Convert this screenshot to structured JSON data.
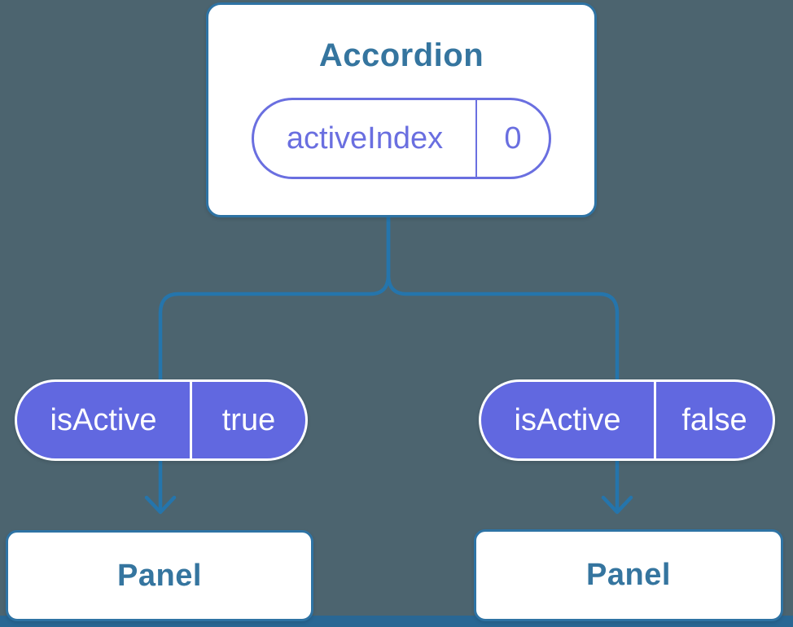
{
  "diagram": {
    "root": {
      "title": "Accordion",
      "state_pill": {
        "label": "activeIndex",
        "value": "0"
      }
    },
    "children": [
      {
        "prop_pill": {
          "label": "isActive",
          "value": "true"
        },
        "child": {
          "title": "Panel"
        }
      },
      {
        "prop_pill": {
          "label": "isActive",
          "value": "false"
        },
        "child": {
          "title": "Panel"
        }
      }
    ],
    "colors": {
      "background": "#4c646f",
      "connector_blue": "#2575ac",
      "box_border_blue": "#2e73a4",
      "heading_text_blue": "#35759f",
      "pill_fill_purple": "#6168e0",
      "pill_outline_purple": "#6a6fe0",
      "pill_text_white": "#ffffff"
    }
  }
}
